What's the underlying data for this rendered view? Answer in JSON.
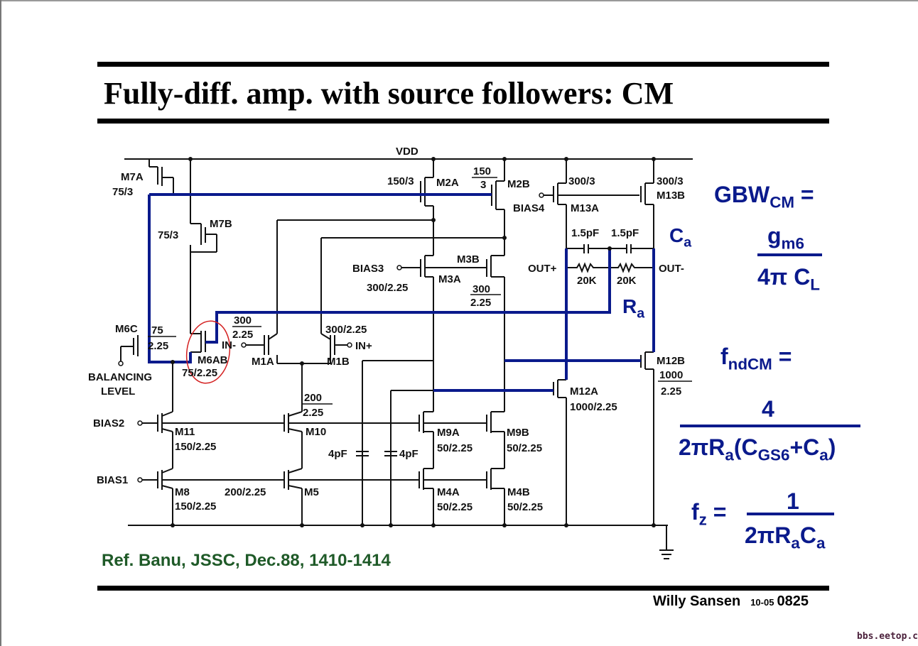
{
  "slide": {
    "title": "Fully-diff. amp. with source followers: CM",
    "reference": "Ref. Banu, JSSC, Dec.88, 1410-1414",
    "author": "Willy Sansen",
    "code": "10-05",
    "page": "0825",
    "watermark": "bbs.eetop.cn"
  },
  "colors": {
    "highlight_wire": "#0a1a8c",
    "equation_text": "#0a1a8c",
    "reference_text": "#1f5a28",
    "annotation_circle": "#d42020"
  },
  "schematic": {
    "supply": "VDD",
    "labels": {
      "m7a": "M7A",
      "m7a_size": "75/3",
      "m7b": "M7B",
      "m7b_size": "75/3",
      "m6c": "M6C",
      "m6c_num": "75",
      "m6c_den": "2.25",
      "m6ab": "M6AB",
      "m6ab_size": "75/2.25",
      "balancing1": "BALANCING",
      "balancing2": "LEVEL",
      "m1a": "M1A",
      "m1a_num": "300",
      "m1a_den": "2.25",
      "m1b": "M1B",
      "m1b_size": "300/2.25",
      "in_minus": "IN-",
      "in_plus": "IN+",
      "m2a": "M2A",
      "m2a_size": "150/3",
      "m2b": "M2B",
      "m2b_num": "150",
      "m2b_den": "3",
      "m3a": "M3A",
      "m3a_size": "300/2.25",
      "m3b": "M3B",
      "m3b_num": "300",
      "m3b_den": "2.25",
      "bias3": "BIAS3",
      "bias4": "BIAS4",
      "m13a": "M13A",
      "m13a_size": "300/3",
      "m13b": "M13B",
      "m13b_size": "300/3",
      "cap1": "1.5pF",
      "cap2": "1.5pF",
      "res1": "20K",
      "res2": "20K",
      "out_plus": "OUT+",
      "out_minus": "OUT-",
      "m12a": "M12A",
      "m12a_size": "1000/2.25",
      "m12b": "M12B",
      "m12b_num": "1000",
      "m12b_den": "2.25",
      "bias2": "BIAS2",
      "bias1": "BIAS1",
      "m11": "M11",
      "m11_size": "150/2.25",
      "m10": "M10",
      "m10_num": "200",
      "m10_den": "2.25",
      "m8": "M8",
      "m8_size": "150/2.25",
      "m5": "M5",
      "m5_size": "200/2.25",
      "cap4a": "4pF",
      "cap4b": "4pF",
      "m9a": "M9A",
      "m9a_size": "50/2.25",
      "m9b": "M9B",
      "m9b_size": "50/2.25",
      "m4a": "M4A",
      "m4a_size": "50/2.25",
      "m4b": "M4B",
      "m4b_size": "50/2.25"
    },
    "annotations": {
      "ca": "C",
      "ca_sub": "a",
      "ra": "R",
      "ra_sub": "a"
    }
  },
  "equations": {
    "gbw_lhs": "GBW",
    "gbw_lhs_sub": "CM",
    "gbw_eq": " =",
    "gbw_num": "g",
    "gbw_num_sub": "m6",
    "gbw_den": "4π C",
    "gbw_den_sub": "L",
    "fnd_lhs": "f",
    "fnd_lhs_sub": "ndCM",
    "fnd_eq": " =",
    "fnd_num": "4",
    "fnd_den_a": "2πR",
    "fnd_den_a_sub": "a",
    "fnd_den_b": "(C",
    "fnd_den_b_sub": "GS6",
    "fnd_den_c": "+C",
    "fnd_den_c_sub": "a",
    "fnd_den_d": ")",
    "fz_lhs": "f",
    "fz_lhs_sub": "z",
    "fz_eq": " =",
    "fz_num": "1",
    "fz_den_a": "2πR",
    "fz_den_a_sub": "a",
    "fz_den_b": "C",
    "fz_den_b_sub": "a"
  }
}
